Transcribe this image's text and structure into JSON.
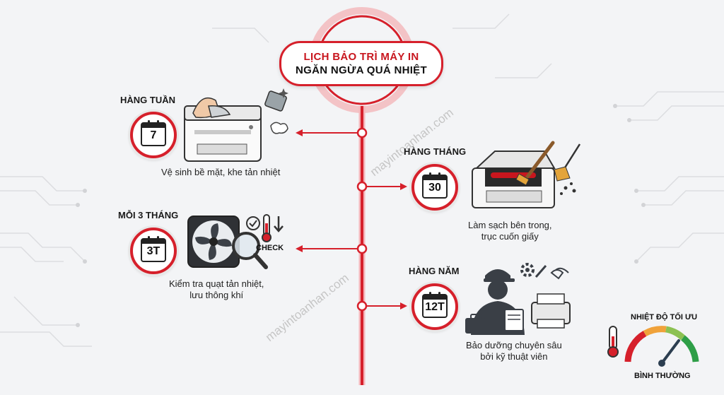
{
  "title": {
    "line1": "LỊCH BẢO TRÌ MÁY IN",
    "line2": "NGĂN NGỪA QUÁ NHIỆT"
  },
  "watermark": "mayintoanhan.com",
  "steps": [
    {
      "heading": "HÀNG TUẦN",
      "calendar": "7",
      "description": [
        "Vệ sinh bề mặt, khe tản nhiệt"
      ],
      "icon": "printer-wipe-icon"
    },
    {
      "heading": "HÀNG THÁNG",
      "calendar": "30",
      "description": [
        "Làm sạch bên trong,",
        "trục cuốn giấy"
      ],
      "icon": "printer-brush-icon"
    },
    {
      "heading": "MỖI 3 THÁNG",
      "calendar": "3T",
      "description": [
        "Kiểm tra quạt tản nhiệt,",
        "lưu thông khí"
      ],
      "icon": "fan-magnifier-icon",
      "check_label": "CHECK"
    },
    {
      "heading": "HÀNG NĂM",
      "calendar": "12T",
      "description": [
        "Bảo dưỡng chuyên sâu",
        "bởi kỹ thuật viên"
      ],
      "icon": "technician-icon"
    }
  ],
  "gauge": {
    "title": "NHIỆT ĐỘ TỐI ƯU",
    "label": "BÌNH THƯỜNG"
  },
  "colors": {
    "accent": "#d6202b",
    "background": "#f3f4f6"
  }
}
